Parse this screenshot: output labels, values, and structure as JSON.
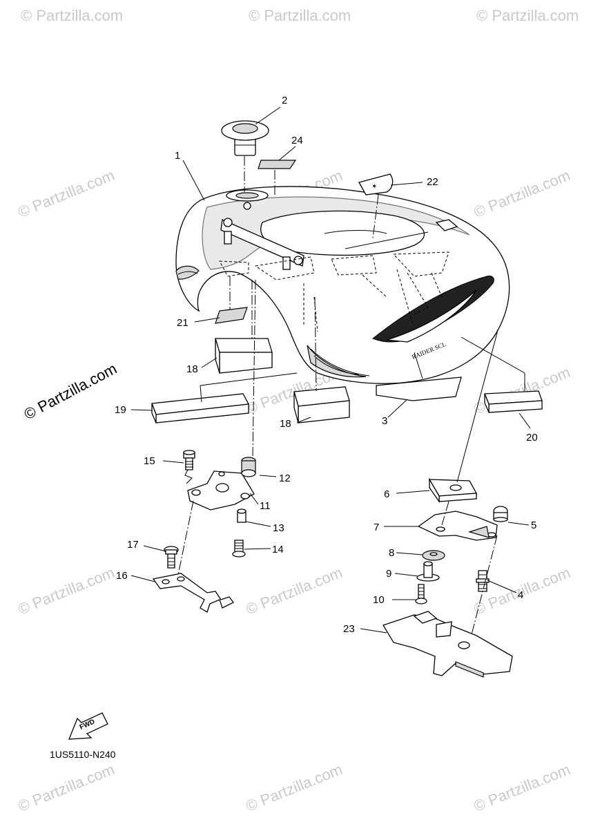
{
  "diagram": {
    "code": "1US5110-N240",
    "fwd_label": "FWD",
    "watermark_text": "© Partzilla.com",
    "watermark_faint_text": "© Partzilla.com",
    "logo_text": "RAIDER SCL",
    "callouts": [
      {
        "id": "c1",
        "label": "1"
      },
      {
        "id": "c2",
        "label": "2"
      },
      {
        "id": "c3",
        "label": "3"
      },
      {
        "id": "c4",
        "label": "4"
      },
      {
        "id": "c5",
        "label": "5"
      },
      {
        "id": "c6",
        "label": "6"
      },
      {
        "id": "c7",
        "label": "7"
      },
      {
        "id": "c8",
        "label": "8"
      },
      {
        "id": "c9",
        "label": "9"
      },
      {
        "id": "c10",
        "label": "10"
      },
      {
        "id": "c11",
        "label": "11"
      },
      {
        "id": "c12",
        "label": "12"
      },
      {
        "id": "c13",
        "label": "13"
      },
      {
        "id": "c14",
        "label": "14"
      },
      {
        "id": "c15",
        "label": "15"
      },
      {
        "id": "c16",
        "label": "16"
      },
      {
        "id": "c17",
        "label": "17"
      },
      {
        "id": "c18a",
        "label": "18"
      },
      {
        "id": "c18b",
        "label": "18"
      },
      {
        "id": "c19",
        "label": "19"
      },
      {
        "id": "c20",
        "label": "20"
      },
      {
        "id": "c21",
        "label": "21"
      },
      {
        "id": "c22",
        "label": "22"
      },
      {
        "id": "c23",
        "label": "23"
      },
      {
        "id": "c24",
        "label": "24"
      }
    ]
  }
}
